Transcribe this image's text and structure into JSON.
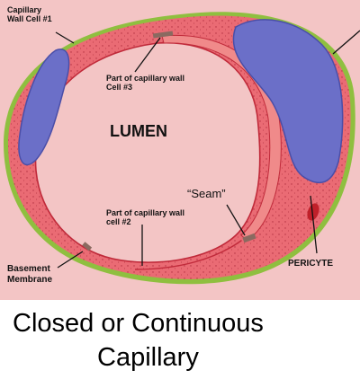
{
  "labels": {
    "cell1": "Capillary\nWall Cell #1",
    "cell3": "Part of capillary wall\nCell #3",
    "lumen": "LUMEN",
    "seam": "“Seam”",
    "cell2": "Part of capillary wall\ncell #2",
    "basement": "Basement\nMembrane",
    "pericyte": "PERICYTE"
  },
  "caption": {
    "line1": "Closed or Continuous",
    "line2": "Capillary"
  },
  "colors": {
    "background": "#f3c5c5",
    "wall": "#e8606a",
    "wall_light": "#f08a8a",
    "nucleus": "#6b6fc8",
    "basement_membrane": "#8fbf3f",
    "lumen": "#f3c5c5"
  }
}
